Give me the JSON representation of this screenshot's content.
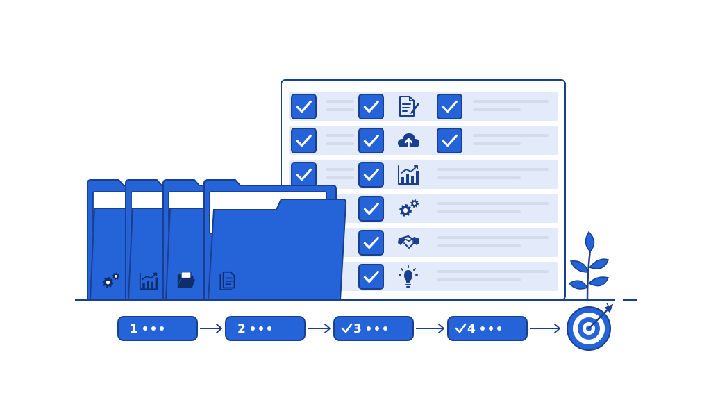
{
  "colors": {
    "primary": "#2563d9",
    "outline": "#1a3f8f",
    "row_fill": "#e3ebfb",
    "line_gray": "#d4dcea",
    "white": "#ffffff"
  },
  "checklist": {
    "rows": [
      {
        "checks": [
          true,
          true,
          true
        ],
        "icon": "document-pen-icon"
      },
      {
        "checks": [
          true,
          true,
          true
        ],
        "icon": "cloud-upload-icon"
      },
      {
        "checks": [
          true,
          true,
          false
        ],
        "icon": "bar-chart-icon"
      },
      {
        "checks": [
          false,
          true,
          false
        ],
        "icon": "gears-icon"
      },
      {
        "checks": [
          false,
          true,
          false
        ],
        "icon": "handshake-icon"
      },
      {
        "checks": [
          false,
          true,
          false
        ],
        "icon": "lightbulb-icon"
      }
    ]
  },
  "folders": [
    {
      "icon": "gears-icon"
    },
    {
      "icon": "bar-chart-icon"
    },
    {
      "icon": "open-folder-icon"
    },
    {
      "icon": "document-icon"
    }
  ],
  "steps": [
    {
      "number": "1",
      "checked": false
    },
    {
      "number": "2",
      "checked": false
    },
    {
      "number": "3",
      "checked": true
    },
    {
      "number": "4",
      "checked": true
    }
  ],
  "goal": {
    "icon": "target-arrow-icon",
    "plant": "sprout-icon"
  }
}
